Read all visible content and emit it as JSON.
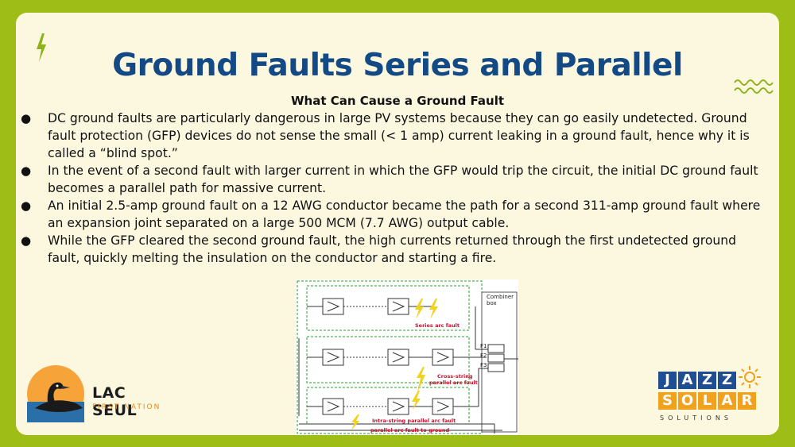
{
  "title": "Ground Faults Series and Parallel",
  "subtitle": "What Can Cause a Ground Fault",
  "bullets": [
    "DC ground faults are particularly dangerous in large PV systems because they can go easily undetected. Ground fault protection (GFP) devices do not sense the small (< 1 amp) current leaking in a ground fault, hence why it is called a “blind spot.”",
    "In the event of a second fault with larger current in which the GFP would trip the circuit, the initial DC ground fault becomes a parallel path for massive current.",
    "An initial 2.5-amp ground fault on a 12 AWG conductor became the path for a second 311-amp ground fault where an expansion joint separated on a large 500 MCM (7.7 AWG) output cable.",
    "While the GFP cleared the second ground fault, the high currents returned through the first undetected ground fault, quickly melting the insulation on the conductor and starting a fire."
  ],
  "bullet_marker": "●",
  "diagram": {
    "combiner_label": "Combiner box",
    "fuses": [
      "F1",
      "F2",
      "F3"
    ],
    "series_label": "Series arc fault",
    "cross_label_1": "Cross-string",
    "cross_label_2": "parallel arc fault",
    "intra_label": "Intra-string parallel arc fault",
    "ground_label": "parallel arc fault to ground"
  },
  "logo_left": {
    "name": "LAC SEUL",
    "sub": "FIRST NATION"
  },
  "logo_right": {
    "row1": [
      "J",
      "A",
      "Z",
      "Z"
    ],
    "row2": [
      "S",
      "O",
      "L",
      "A",
      "R"
    ],
    "sub": "SOLUTIONS"
  },
  "colors": {
    "frame": "#9fbd17",
    "panel": "#fcf8e0",
    "title": "#134a85",
    "accent_green": "#2aa02a",
    "annotation_red": "#c8102e",
    "jazz_blue": "#1f4f92",
    "solar_orange": "#f0a21e"
  },
  "icons": [
    "lightning-bolt-icon",
    "zigzag-decoration-icon",
    "loon-logo-icon",
    "sun-icon"
  ]
}
